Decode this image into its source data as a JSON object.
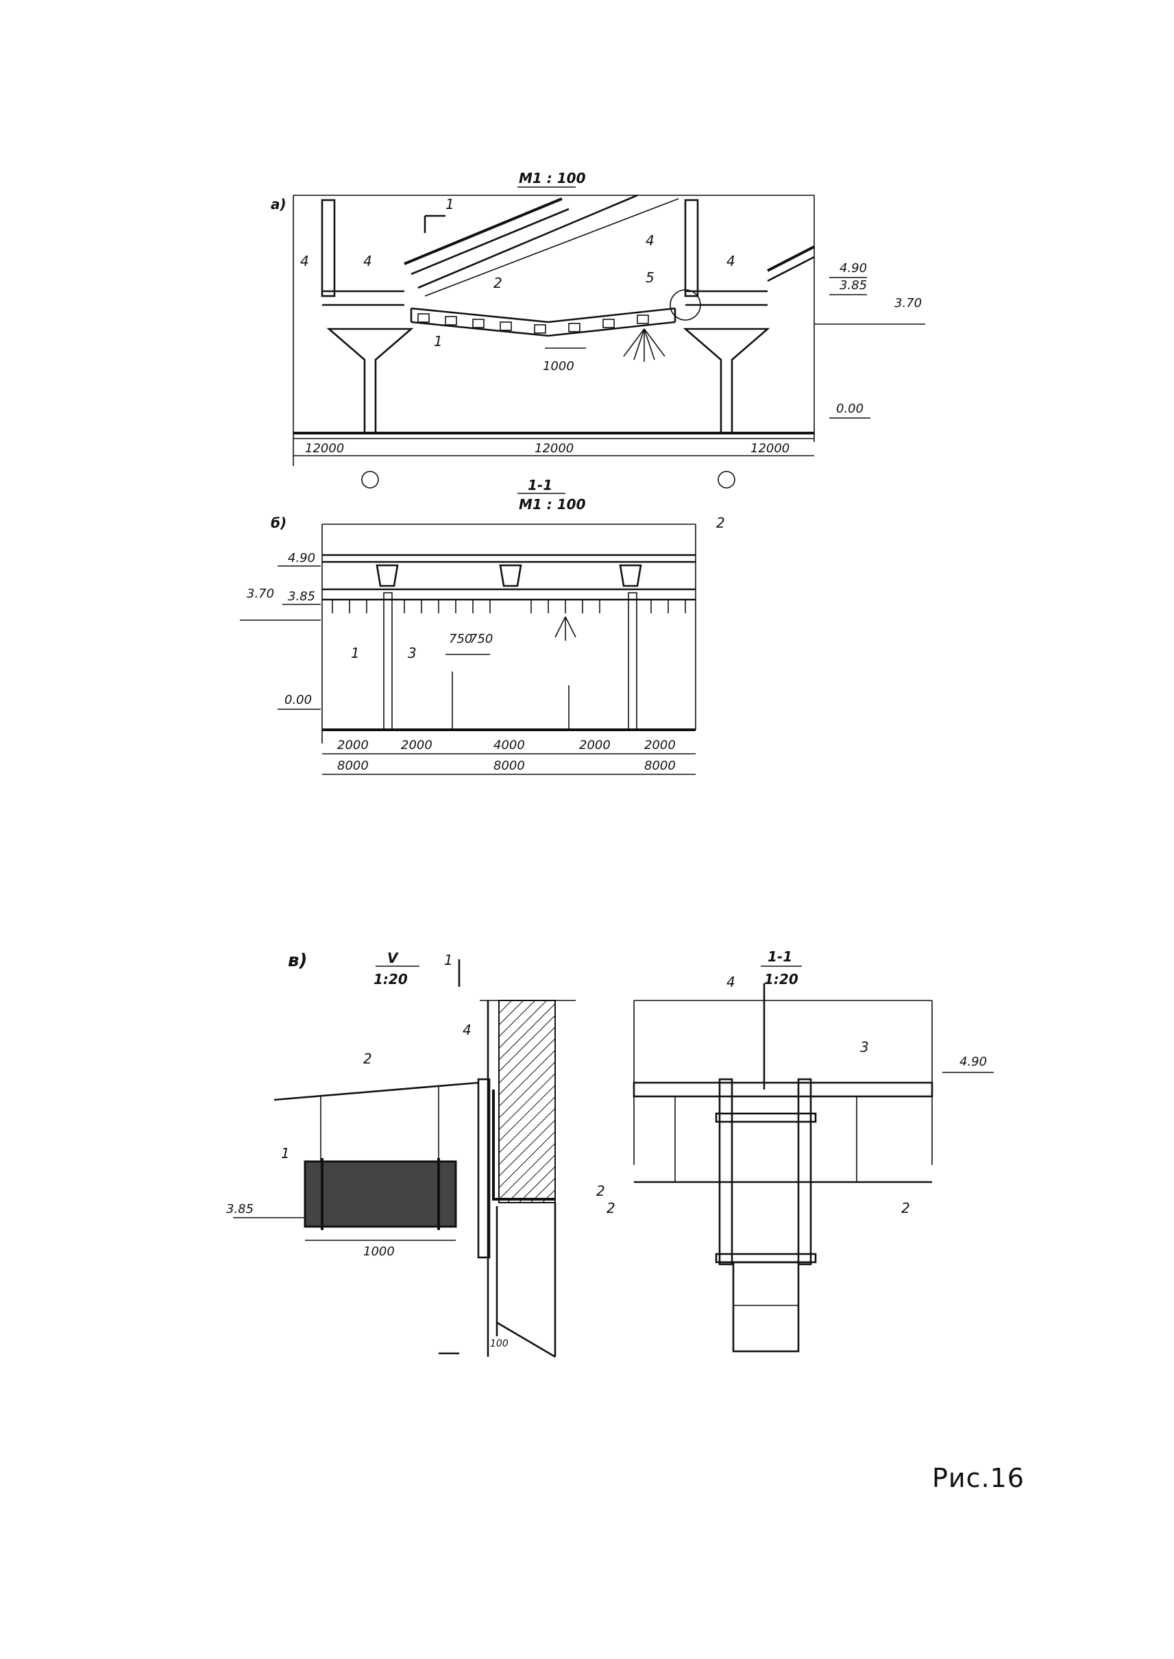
{
  "figure_caption": "Рис.16",
  "view_a": {
    "letter": "а)",
    "scale": "M1 : 100",
    "section_mark": "1",
    "labels": {
      "item_1": "1",
      "item_2": "2",
      "item_4a": "4",
      "item_4b": "4",
      "item_4c": "4",
      "item_4d": "4",
      "item_5": "5"
    },
    "levels": {
      "l1": "4.90",
      "l2": "3.85",
      "l3": "3.70",
      "l4": "0.00"
    },
    "diffuser_step": "1000",
    "spans": [
      "12000",
      "12000",
      "12000"
    ]
  },
  "view_b": {
    "letter": "б)",
    "section_title": "1-1",
    "scale": "M1 : 100",
    "labels": {
      "item_1": "1",
      "item_2": "2",
      "item_3": "3"
    },
    "levels": {
      "l1": "4.90",
      "l2": "3.70",
      "l3": "3.85",
      "l4": "0.00"
    },
    "spacing": [
      "750",
      "750"
    ],
    "dims_row1": [
      "2000",
      "2000",
      "4000",
      "2000",
      "2000"
    ],
    "dims_row2": [
      "8000",
      "8000",
      "8000"
    ]
  },
  "view_c": {
    "letter": "в)",
    "node_title": "V",
    "node_scale": "1:20",
    "section_mark": "1",
    "labels": {
      "item_1": "1",
      "item_2a": "2",
      "item_2b": "2",
      "item_4": "4"
    },
    "level": "3.85",
    "length": "1000",
    "gap": "100"
  },
  "view_d": {
    "section_title": "1-1",
    "scale": "1:20",
    "labels": {
      "item_2a": "2",
      "item_2b": "2",
      "item_3": "3",
      "item_4": "4"
    },
    "level": "4.90"
  }
}
